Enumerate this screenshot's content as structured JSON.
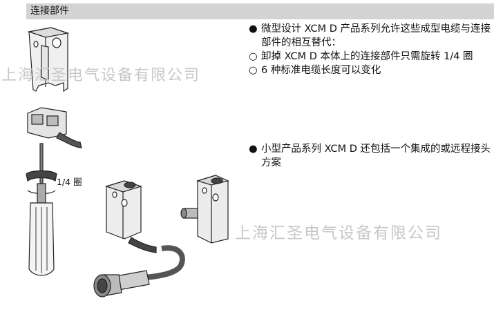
{
  "header": {
    "title": "连接部件"
  },
  "bullets": [
    {
      "mark": "●",
      "text": "微型设计 XCM D 产品系列允许这些成型电缆与连接部件的相互替代："
    },
    {
      "mark": "○",
      "text": "卸掉 XCM D 本体上的连接部件只需旋转 1/4 圈"
    },
    {
      "mark": "○",
      "text": "6 种标准电缆长度可以变化"
    }
  ],
  "bullet2": {
    "mark": "●",
    "text": "小型产品系列 XCM D 还包括一个集成的或远程接头方案"
  },
  "figure": {
    "rotation_label": "1/4 圈"
  },
  "watermark": {
    "text1": "上海汇圣电气设备有限公司",
    "text2": "上海汇圣电气设备有限公司"
  },
  "colors": {
    "header_bg": "#d3d3d3",
    "watermark": "#c8c8c8"
  }
}
